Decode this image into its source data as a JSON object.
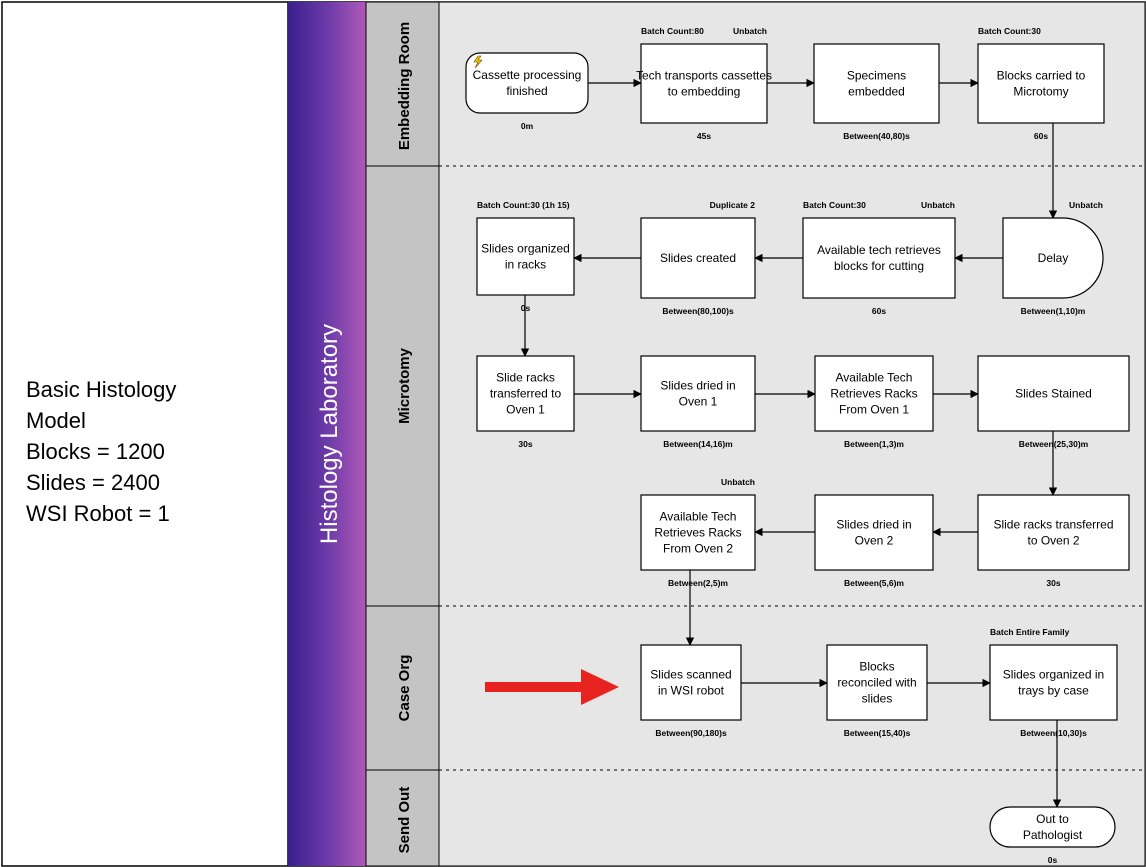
{
  "sidebar": {
    "lines": [
      "Basic Histology",
      "Model",
      "Blocks = 1200",
      "Slides = 2400",
      "WSI Robot = 1"
    ]
  },
  "pool": {
    "title": "Histology Laboratory"
  },
  "lanes": [
    {
      "id": "embedding",
      "label": "Embedding Room"
    },
    {
      "id": "microtomy",
      "label": "Microtomy"
    },
    {
      "id": "caseorg",
      "label": "Case Org"
    },
    {
      "id": "sendout",
      "label": "Send Out"
    }
  ],
  "nodes": [
    {
      "id": "n1",
      "shape": "rounded",
      "lines": [
        "Cassette processing",
        "finished"
      ],
      "time": "0m",
      "top_left": "",
      "top_right": "",
      "lightning": true
    },
    {
      "id": "n2",
      "shape": "rect",
      "lines": [
        "Tech transports cassettes",
        "to embedding"
      ],
      "time": "45s",
      "top_left": "Batch Count:80",
      "top_right": "Unbatch"
    },
    {
      "id": "n3",
      "shape": "rect",
      "lines": [
        "Specimens",
        "embedded"
      ],
      "time": "Between(40,80)s",
      "top_left": "",
      "top_right": ""
    },
    {
      "id": "n4",
      "shape": "rect",
      "lines": [
        "Blocks carried to",
        "Microtomy"
      ],
      "time": "60s",
      "top_left": "Batch Count:30",
      "top_right": ""
    },
    {
      "id": "n5",
      "shape": "delay",
      "lines": [
        "Delay"
      ],
      "time": "Between(1,10)m",
      "top_left": "",
      "top_right": "Unbatch"
    },
    {
      "id": "n6",
      "shape": "rect",
      "lines": [
        "Available tech retrieves",
        "blocks for cutting"
      ],
      "time": "60s",
      "top_left": "Batch Count:30",
      "top_right": "Unbatch"
    },
    {
      "id": "n7",
      "shape": "rect",
      "lines": [
        "Slides created"
      ],
      "time": "Between(80,100)s",
      "top_left": "",
      "top_right": "Duplicate 2"
    },
    {
      "id": "n8",
      "shape": "rect",
      "lines": [
        "Slides organized",
        "in racks"
      ],
      "time": "0s",
      "top_left": "Batch Count:30 (1h 15)",
      "top_right": ""
    },
    {
      "id": "n9",
      "shape": "rect",
      "lines": [
        "Slide racks",
        "transferred to",
        "Oven 1"
      ],
      "time": "30s",
      "top_left": "",
      "top_right": ""
    },
    {
      "id": "n10",
      "shape": "rect",
      "lines": [
        "Slides dried in",
        "Oven 1"
      ],
      "time": "Between(14,16)m",
      "top_left": "",
      "top_right": ""
    },
    {
      "id": "n11",
      "shape": "rect",
      "lines": [
        "Available Tech",
        "Retrieves Racks",
        "From Oven 1"
      ],
      "time": "Between(1,3)m",
      "top_left": "",
      "top_right": ""
    },
    {
      "id": "n12",
      "shape": "rect",
      "lines": [
        "Slides Stained"
      ],
      "time": "Between(25,30)m",
      "top_left": "",
      "top_right": ""
    },
    {
      "id": "n13",
      "shape": "rect",
      "lines": [
        "Slide racks transferred",
        "to Oven 2"
      ],
      "time": "30s",
      "top_left": "",
      "top_right": ""
    },
    {
      "id": "n14",
      "shape": "rect",
      "lines": [
        "Slides dried in",
        "Oven 2"
      ],
      "time": "Between(5,6)m",
      "top_left": "",
      "top_right": ""
    },
    {
      "id": "n15",
      "shape": "rect",
      "lines": [
        "Available Tech",
        "Retrieves Racks",
        "From Oven 2"
      ],
      "time": "Between(2,5)m",
      "top_left": "",
      "top_right": "Unbatch"
    },
    {
      "id": "n16",
      "shape": "rect",
      "lines": [
        "Slides scanned",
        "in WSI robot"
      ],
      "time": "Between(90,180)s",
      "top_left": "",
      "top_right": ""
    },
    {
      "id": "n17",
      "shape": "rect",
      "lines": [
        "Blocks",
        "reconciled with",
        "slides"
      ],
      "time": "Between(15,40)s",
      "top_left": "",
      "top_right": ""
    },
    {
      "id": "n18",
      "shape": "rect",
      "lines": [
        "Slides organized in",
        "trays by case"
      ],
      "time": "Between(10,30)s",
      "top_left": "Batch Entire Family",
      "top_right": ""
    },
    {
      "id": "n19",
      "shape": "terminal",
      "lines": [
        "Out to",
        "Pathologist"
      ],
      "time": "0s",
      "top_left": "",
      "top_right": ""
    }
  ],
  "edges": [
    [
      "n1",
      "n2"
    ],
    [
      "n2",
      "n3"
    ],
    [
      "n3",
      "n4"
    ],
    [
      "n4",
      "n5"
    ],
    [
      "n5",
      "n6"
    ],
    [
      "n6",
      "n7"
    ],
    [
      "n7",
      "n8"
    ],
    [
      "n8",
      "n9"
    ],
    [
      "n9",
      "n10"
    ],
    [
      "n10",
      "n11"
    ],
    [
      "n11",
      "n12"
    ],
    [
      "n12",
      "n13"
    ],
    [
      "n13",
      "n14"
    ],
    [
      "n14",
      "n15"
    ],
    [
      "n15",
      "n16"
    ],
    [
      "n16",
      "n17"
    ],
    [
      "n17",
      "n18"
    ],
    [
      "n18",
      "n19"
    ]
  ],
  "highlight": {
    "target": "n16",
    "color": "#e8231f"
  },
  "colors": {
    "pool_gradient": [
      "#3a1f8c",
      "#6b3aa8",
      "#b059b8"
    ],
    "lane_label_bg": "#c4c4c4",
    "swimlane_bg": "#e6e6e6",
    "box_fill": "#ffffff",
    "stroke": "#000000"
  }
}
